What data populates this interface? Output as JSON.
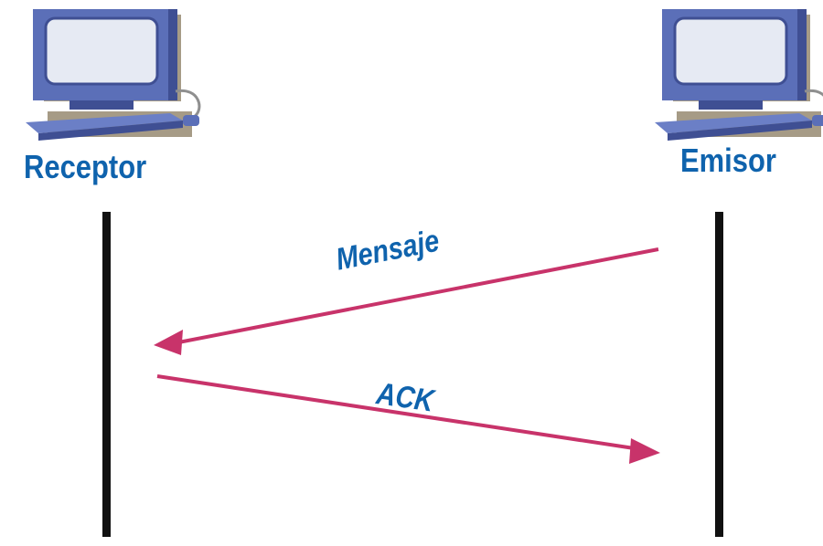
{
  "nodes": [
    {
      "id": "receptor",
      "label": "Receptor",
      "icon": "desktop-computer-icon"
    },
    {
      "id": "emisor",
      "label": "Emisor",
      "icon": "desktop-computer-icon"
    }
  ],
  "messages": [
    {
      "id": "mensaje",
      "label": "Mensaje",
      "from": "emisor",
      "to": "receptor"
    },
    {
      "id": "ack",
      "label": "ACK",
      "from": "receptor",
      "to": "emisor"
    }
  ],
  "colors": {
    "label": "#0f63ad",
    "arrow": "#c8336a",
    "lifeline": "#111111",
    "monitor_frame": "#5b6fb8",
    "screen": "#e6eaf3",
    "shadow": "#a69b86"
  }
}
